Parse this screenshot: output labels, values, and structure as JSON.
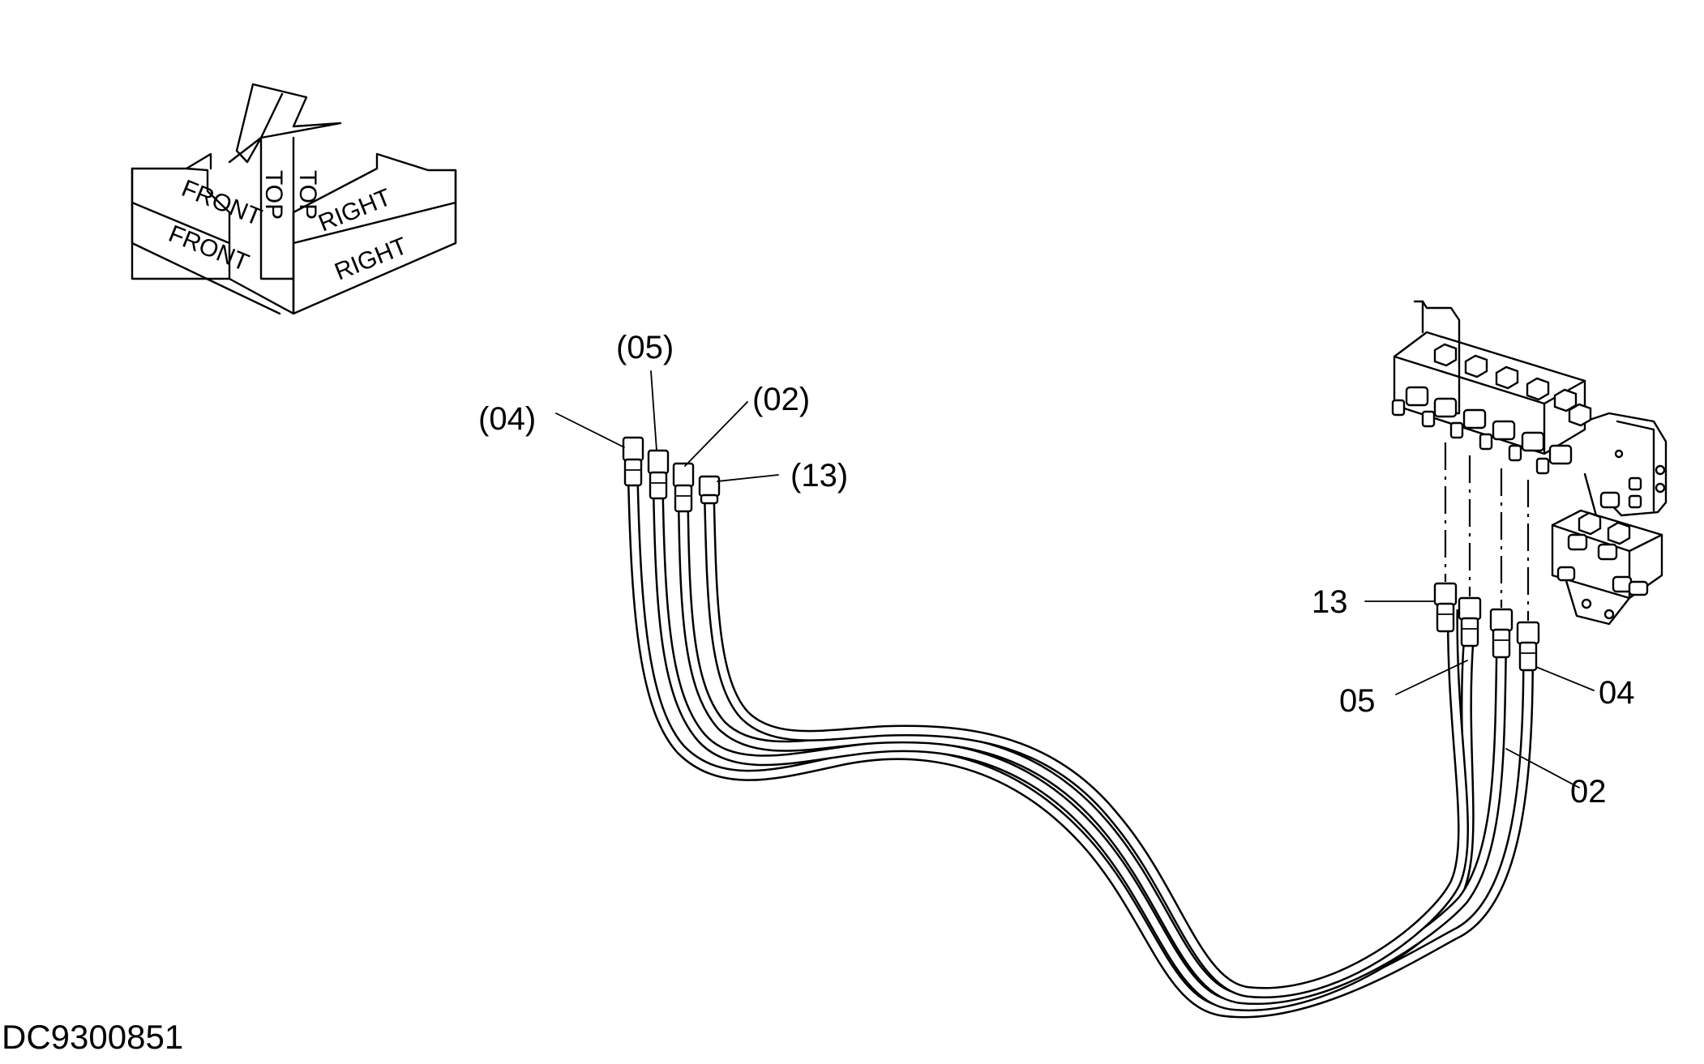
{
  "orientation": {
    "top_label": "TOP",
    "front_label": "FRONT",
    "right_label": "RIGHT"
  },
  "callouts_upper": [
    {
      "id": "04",
      "text": "(04)"
    },
    {
      "id": "05",
      "text": "(05)"
    },
    {
      "id": "02",
      "text": "(02)"
    },
    {
      "id": "13",
      "text": "(13)"
    }
  ],
  "callouts_lower": [
    {
      "id": "13",
      "text": "13"
    },
    {
      "id": "05",
      "text": "05"
    },
    {
      "id": "04",
      "text": "04"
    },
    {
      "id": "02",
      "text": "02"
    }
  ],
  "drawing_id": "DC9300851",
  "colors": {
    "line": "#000000",
    "background": "#ffffff"
  }
}
